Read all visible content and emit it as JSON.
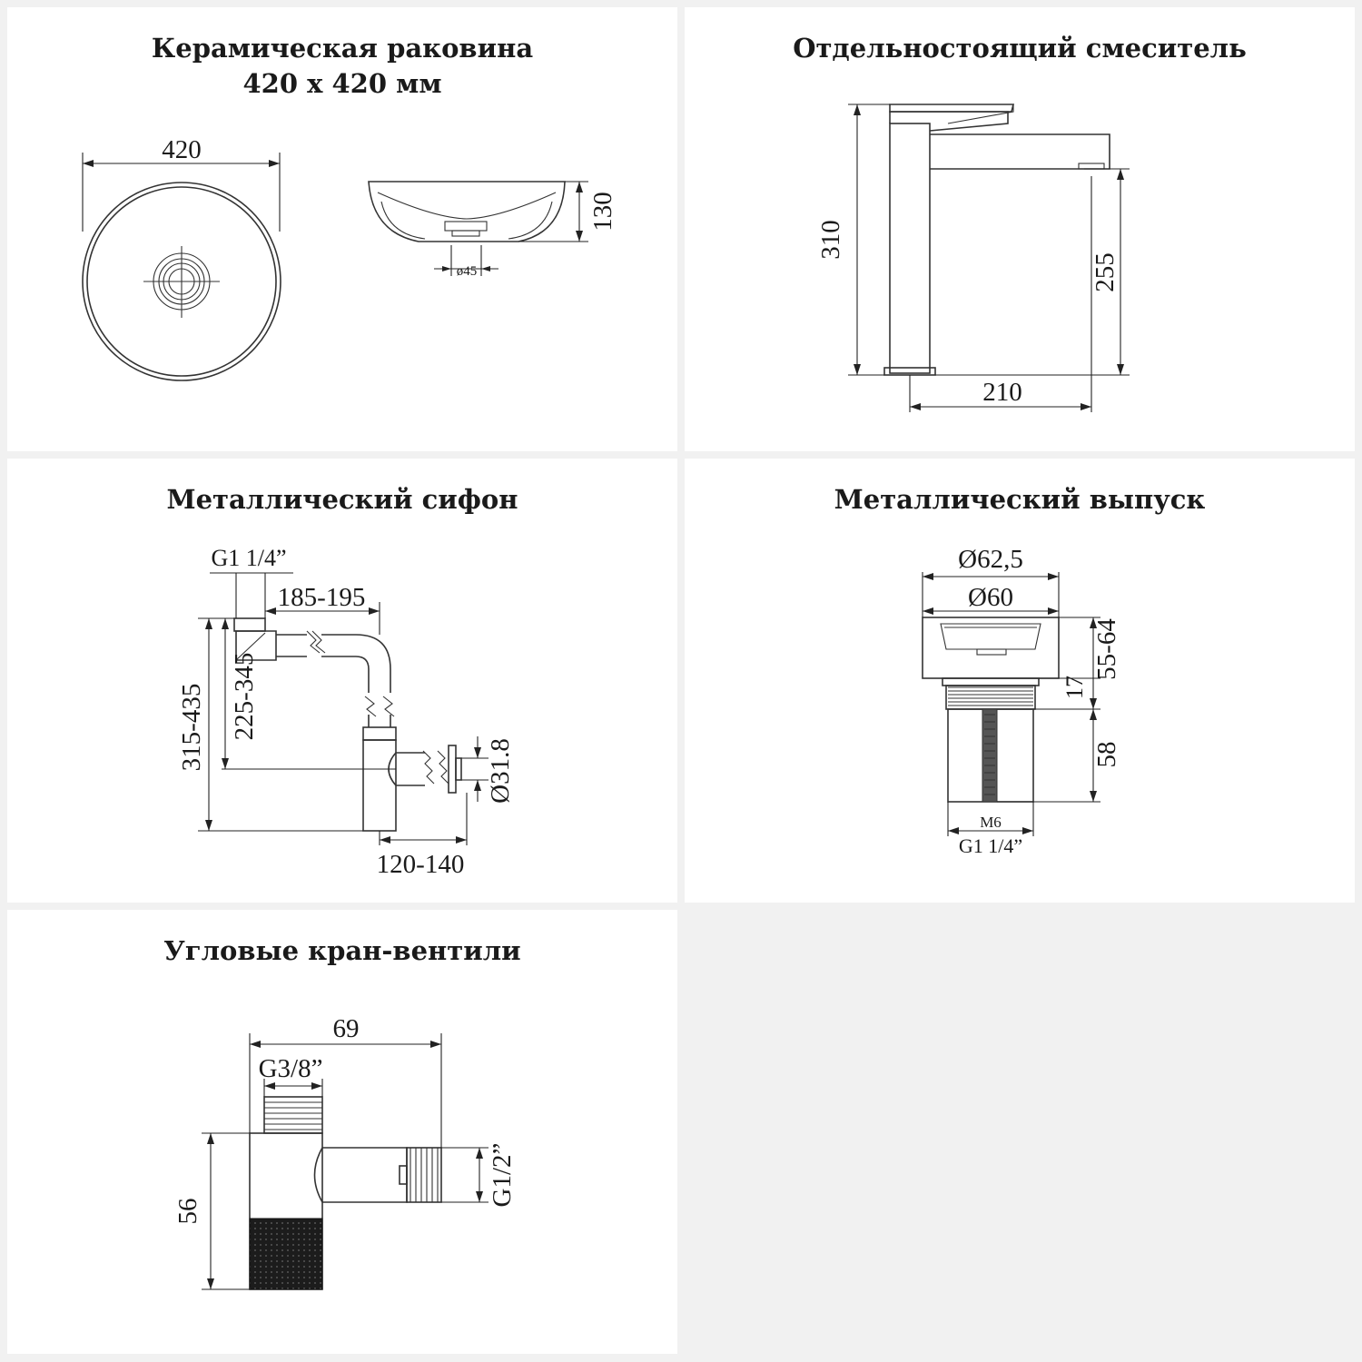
{
  "panels": {
    "basin": {
      "title_line1": "Керамическая раковина",
      "title_line2": "420 х 420 мм",
      "dim_width": "420",
      "dim_height": "130",
      "dim_drain": "ø45"
    },
    "faucet": {
      "title": "Отдельностоящий смеситель",
      "dim_height": "310",
      "dim_spout_height": "255",
      "dim_reach": "210"
    },
    "siphon": {
      "title": "Металлический сифон",
      "dim_thread": "G1 1/4”",
      "dim_length": "185-195",
      "dim_total_height": "315-435",
      "dim_outlet_height": "225-345",
      "dim_outlet_diameter": "Ø31.8",
      "dim_outlet_length": "120-140"
    },
    "drain": {
      "title": "Металлический выпуск",
      "dim_outer_diameter": "Ø62,5",
      "dim_inner_diameter": "Ø60",
      "dim_top_height": "55-64",
      "dim_ring": "17",
      "dim_body_height": "58",
      "dim_bolt": "M6",
      "dim_thread": "G1 1/4”"
    },
    "valve": {
      "title": "Угловые кран-вентили",
      "dim_width": "69",
      "dim_inlet_thread": "G3/8”",
      "dim_height": "56",
      "dim_outlet_thread": "G1/2”"
    }
  }
}
